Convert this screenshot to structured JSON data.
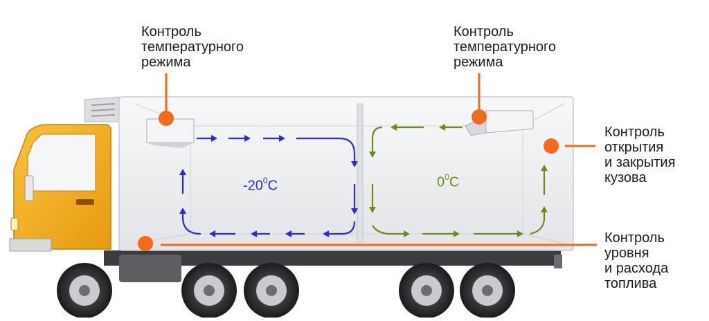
{
  "labels": {
    "temp_left": "Контроль\nтемпературного\nрежима",
    "temp_right": "Контроль\nтемпературного\nрежима",
    "door": "Контроль\nоткрытия\nи закрытия\nкузова",
    "fuel": "Контроль\nуровня\nи расхода\nтоплива"
  },
  "zones": {
    "cold": {
      "value": "-20",
      "degree": "0",
      "unit": "C",
      "color": "#2a2add"
    },
    "cool": {
      "value": "0",
      "degree": "0",
      "unit": "C",
      "color": "#6f8a1a"
    }
  },
  "colors": {
    "marker": "#f26a1b",
    "cab": "#f2a91c",
    "body": "#eeeff1",
    "cold_arrows": "#2a2add",
    "cool_arrows": "#6f8a1a"
  }
}
